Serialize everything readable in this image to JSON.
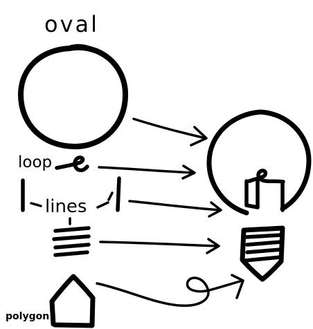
{
  "labels": {
    "oval": "oval",
    "loop": "loop",
    "lines": "lines",
    "polygon": "polygon"
  },
  "colors": {
    "ink": "#000000",
    "background": "#ffffff"
  }
}
